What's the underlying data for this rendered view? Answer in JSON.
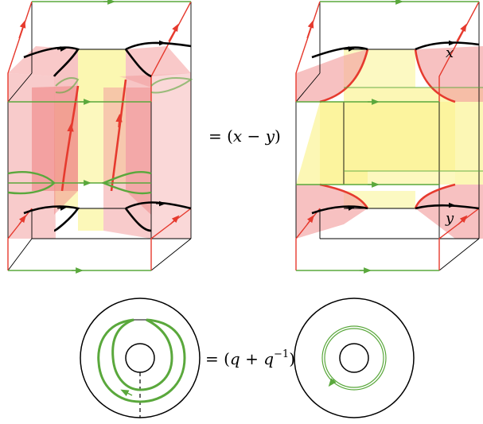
{
  "equations": {
    "top": {
      "prefix": "= (",
      "a": "x",
      "minus": " − ",
      "b": "y",
      "suffix": ")"
    },
    "bottom": {
      "prefix": "= (",
      "a": "q",
      "plus": " + ",
      "b": "q",
      "exp": "−1",
      "suffix": ")"
    }
  },
  "labels": {
    "x": "x",
    "y": "y"
  },
  "colors": {
    "green": "#5aa83c",
    "red": "#e63a2e",
    "pink": "#f3a0a0",
    "pink_dark": "#e96a6a",
    "yellow": "#fbf6a8",
    "black": "#000000"
  }
}
